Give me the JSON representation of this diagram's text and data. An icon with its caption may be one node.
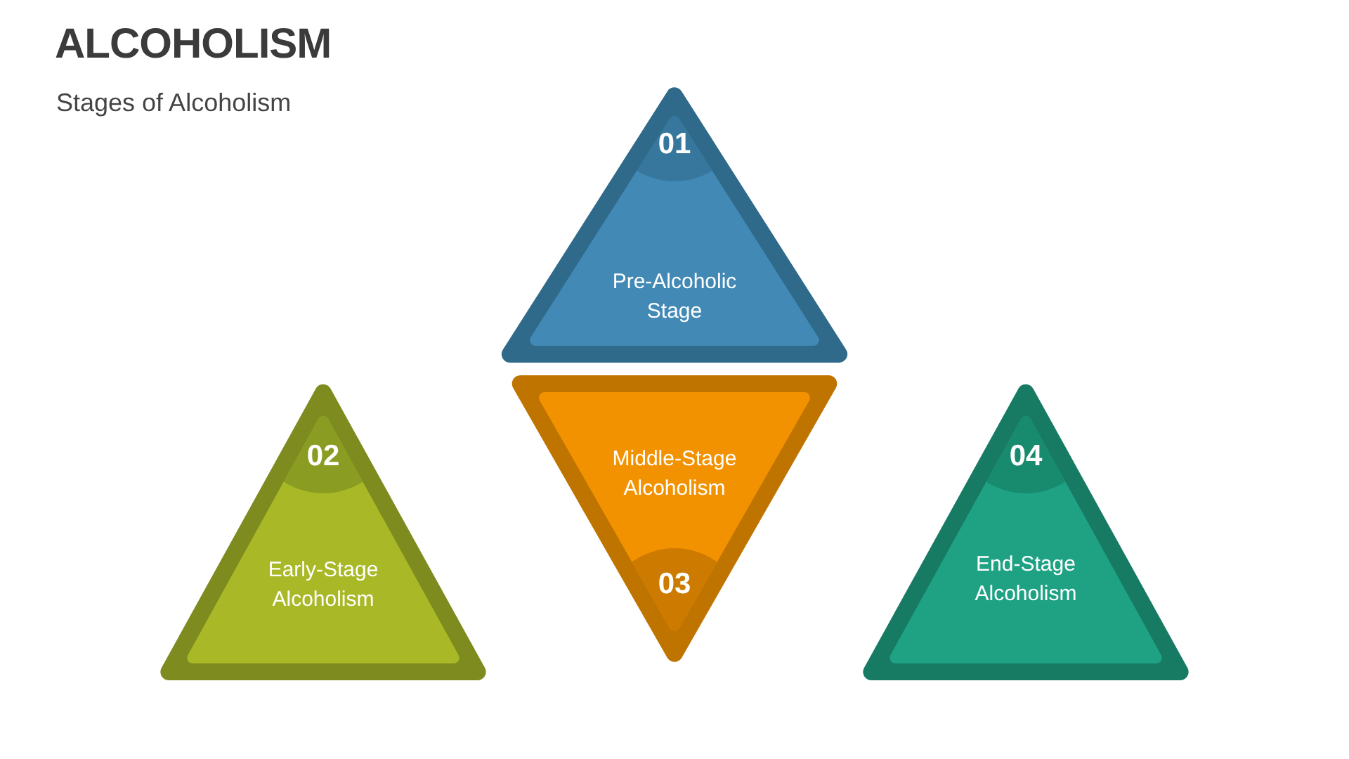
{
  "diagram": {
    "title": "ALCOHOLISM",
    "nodes": [
      {
        "text": [
          "01",
          "Pre-Alcoholic Stage"
        ]
      },
      {
        "text": [
          "02",
          "Early-Stage Alcoholism"
        ]
      },
      {
        "text": [
          "Middle-Stage Alcoholism",
          "03"
        ]
      },
      {
        "text": [
          "04",
          "End-Stage Alcoholism"
        ]
      }
    ],
    "labels": [
      "Stages of Alcoholism"
    ]
  }
}
